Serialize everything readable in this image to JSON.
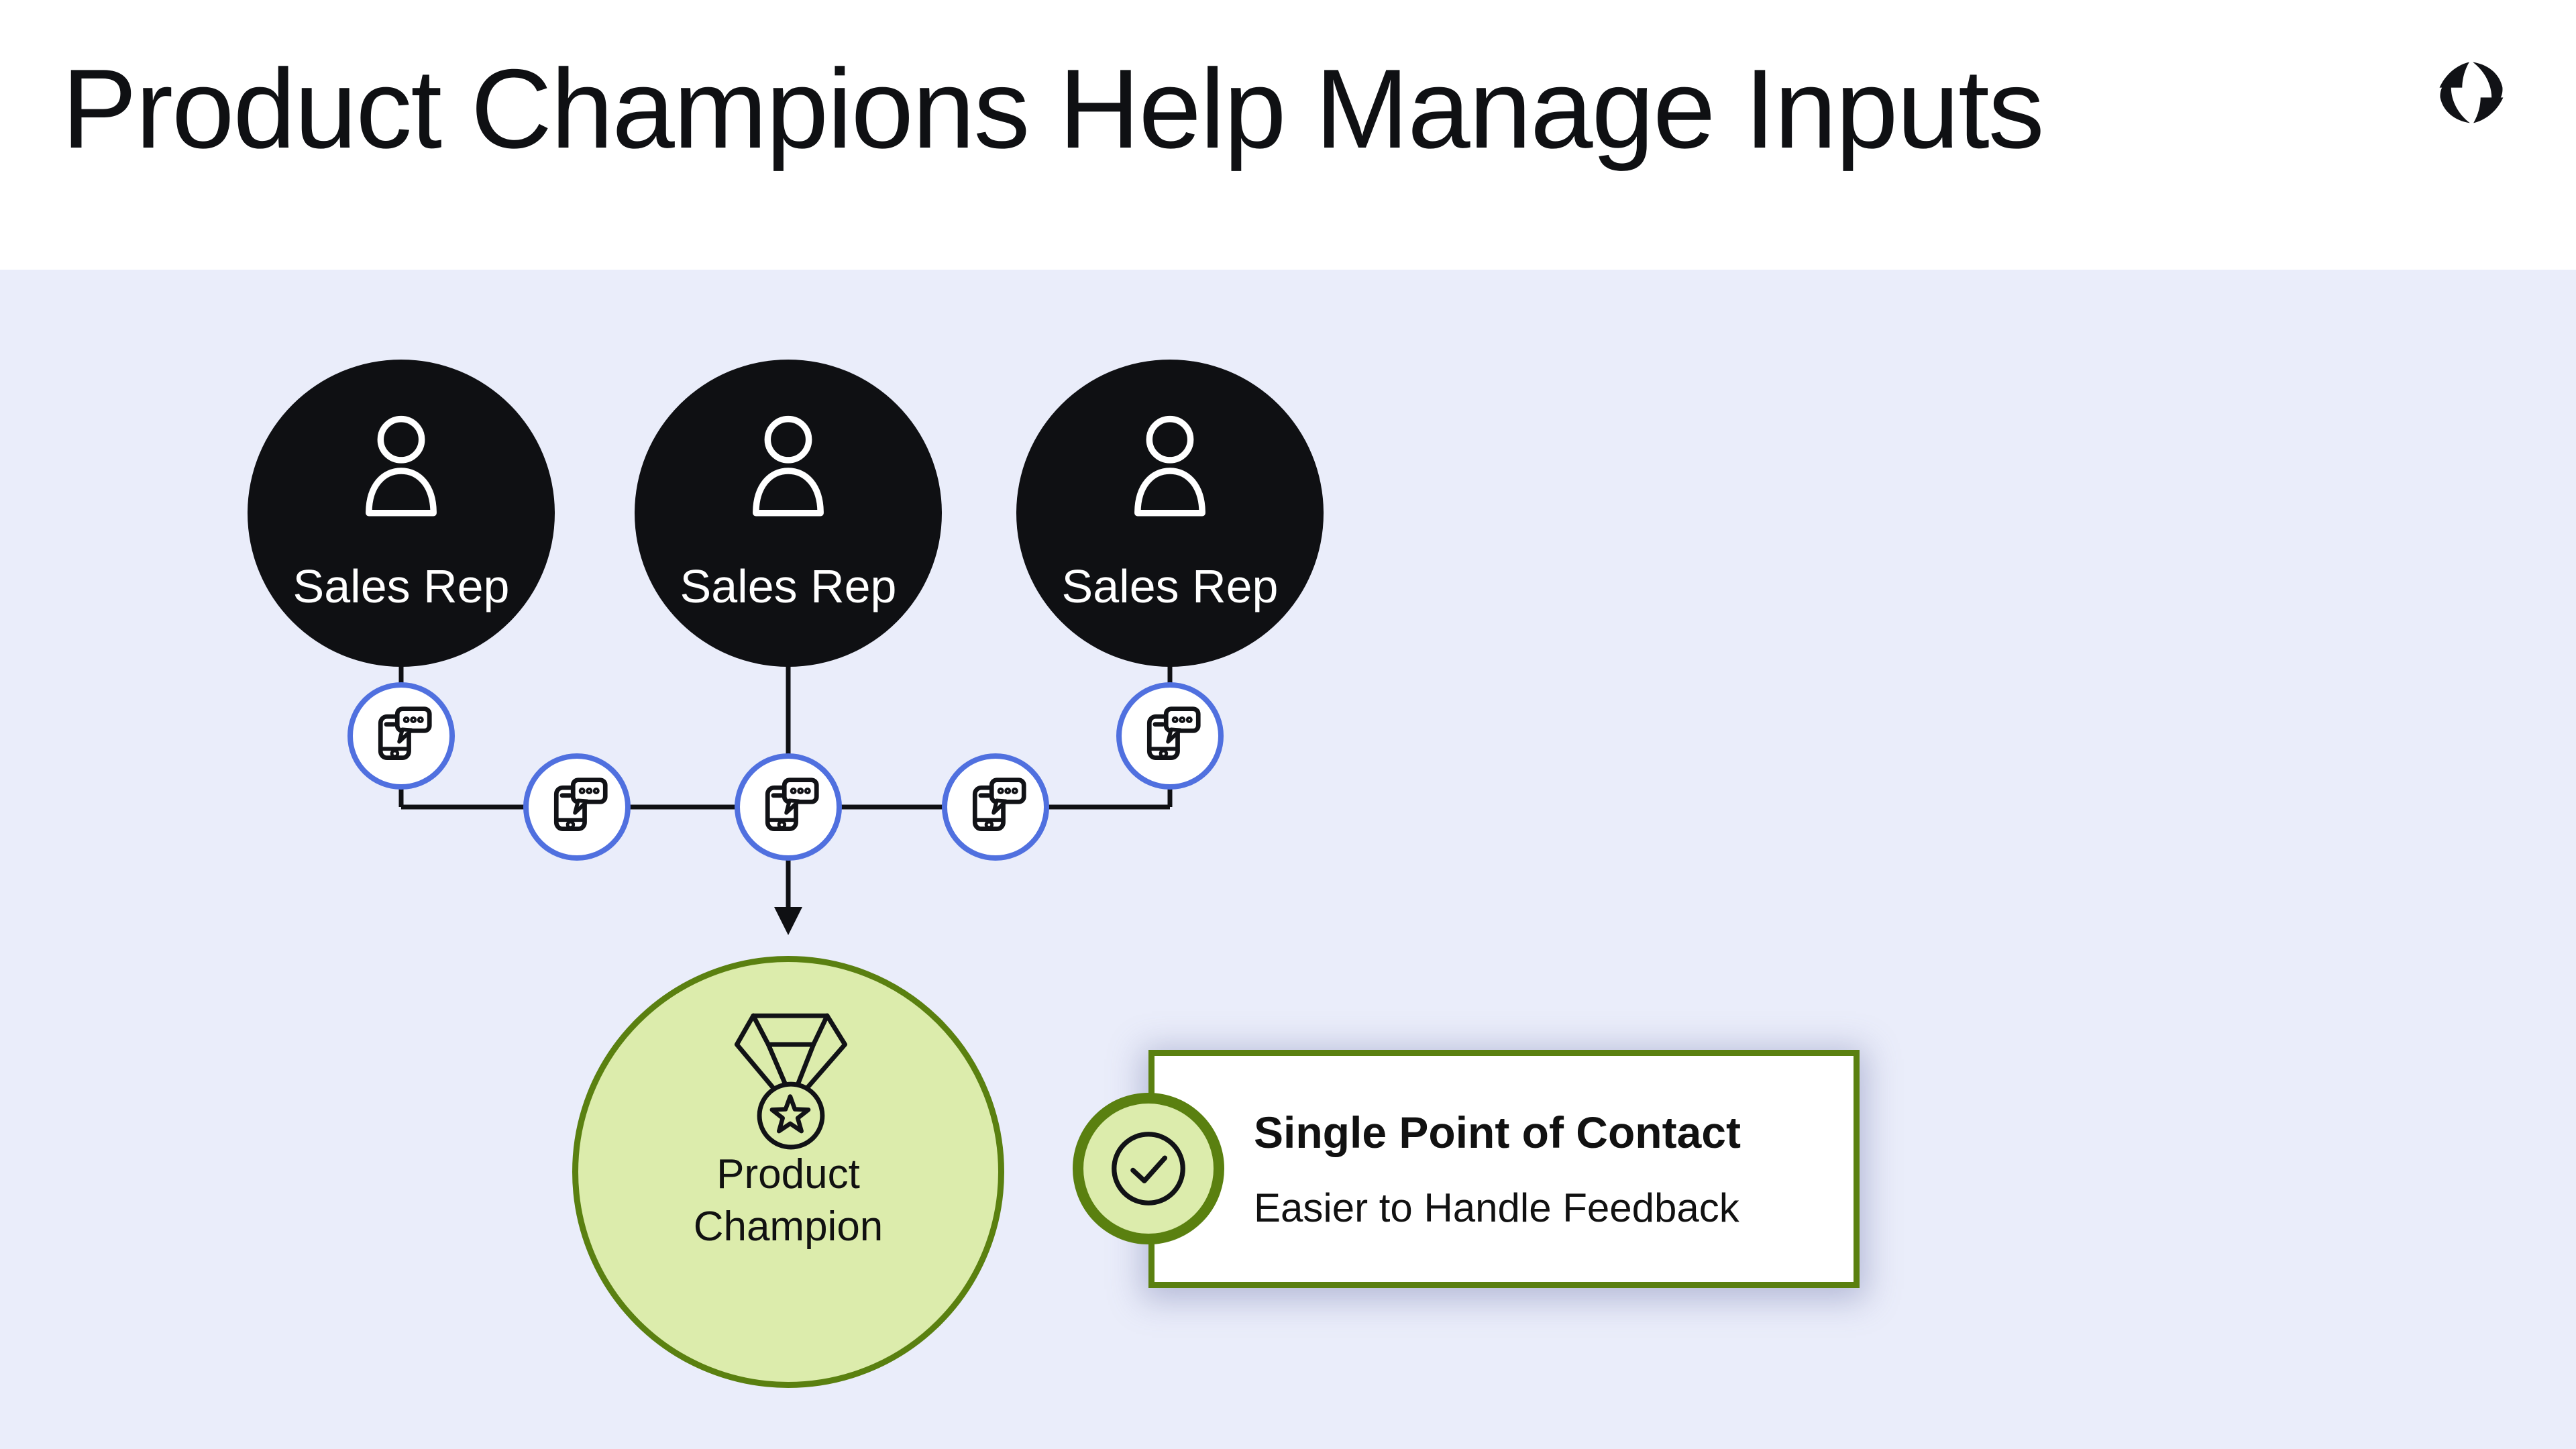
{
  "header": {
    "title": "Product Champions Help Manage Inputs",
    "logo": "pinwheel-brand-logo"
  },
  "diagram": {
    "sales_reps": [
      {
        "label": "Sales Rep",
        "icon": "person-icon"
      },
      {
        "label": "Sales Rep",
        "icon": "person-icon"
      },
      {
        "label": "Sales Rep",
        "icon": "person-icon"
      }
    ],
    "messaging_nodes": {
      "count": 5,
      "icon": "phone-chat-icon"
    },
    "champion": {
      "icon": "medal-star-icon",
      "lines": [
        "Product",
        "Champion"
      ]
    },
    "callout": {
      "icon": "check-circle-icon",
      "title": "Single Point of Contact",
      "subtitle": "Easier to Handle Feedback"
    }
  },
  "colors": {
    "header_bg": "#FFFFFF",
    "canvas_bg": "#EAEDFA",
    "node_black": "#0F1013",
    "chip_ring_blue": "#5070DF",
    "olive_green": "#5A8010",
    "light_green": "#DCECAC",
    "text": "#111111",
    "white": "#FFFFFF"
  }
}
